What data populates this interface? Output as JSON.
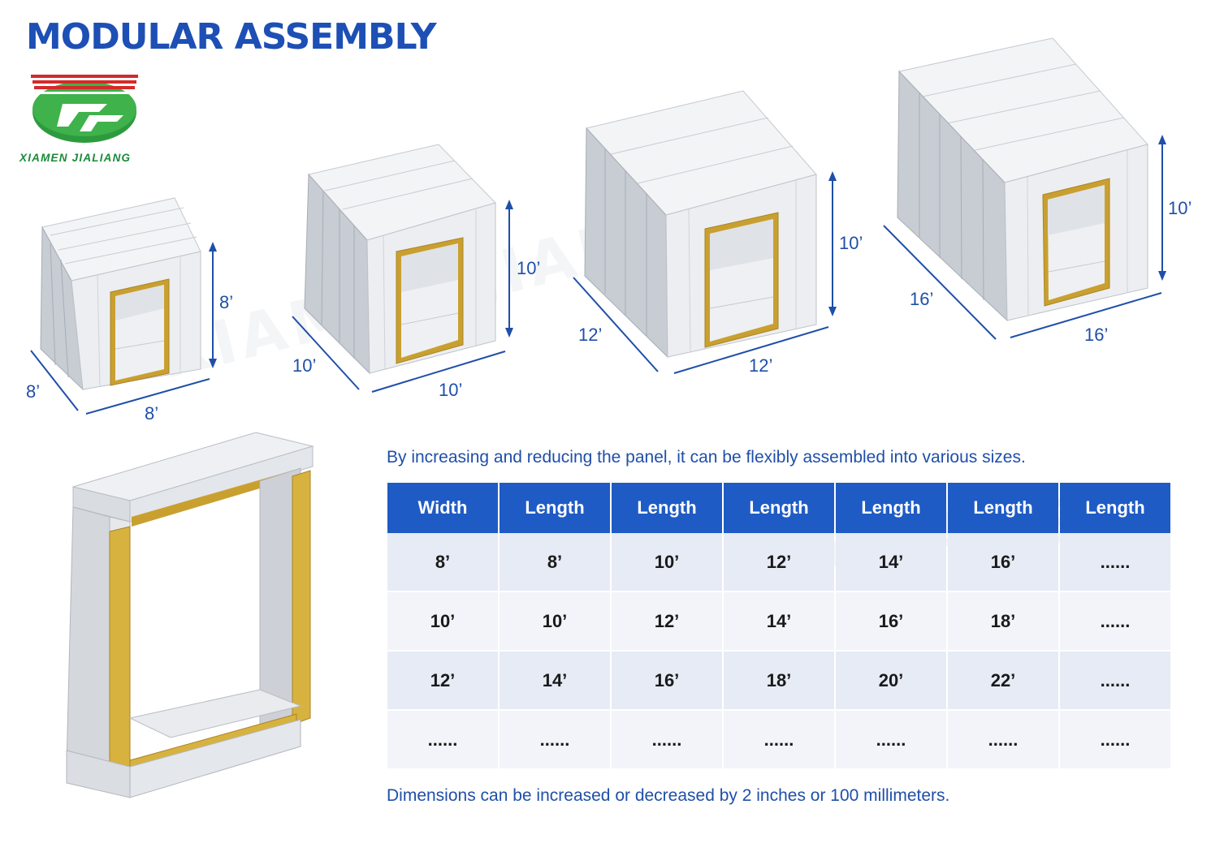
{
  "header": {
    "title": "MODULAR ASSEMBLY",
    "brand": "XIAMEN JIALIANG"
  },
  "rooms": [
    {
      "depth": "8’",
      "width": "8’",
      "height": "8’"
    },
    {
      "depth": "10’",
      "width": "10’",
      "height": "10’"
    },
    {
      "depth": "12’",
      "width": "12’",
      "height": "10’"
    },
    {
      "depth": "16’",
      "width": "16’",
      "height": "10’"
    }
  ],
  "intro_text": "By increasing and reducing the panel, it can be flexibly assembled into various sizes.",
  "table": {
    "headers": [
      "Width",
      "Length",
      "Length",
      "Length",
      "Length",
      "Length",
      "Length"
    ],
    "rows": [
      [
        "8’",
        "8’",
        "10’",
        "12’",
        "14’",
        "16’",
        "......"
      ],
      [
        "10’",
        "10’",
        "12’",
        "14’",
        "16’",
        "18’",
        "......"
      ],
      [
        "12’",
        "14’",
        "16’",
        "18’",
        "20’",
        "22’",
        "......"
      ],
      [
        "......",
        "......",
        "......",
        "......",
        "......",
        "......",
        "......"
      ]
    ]
  },
  "note_text": "Dimensions can be increased or decreased by 2 inches or 100 millimeters.",
  "colors": {
    "accent": "#1d4fb5",
    "table_header": "#1f5bc4",
    "panel_core": "#d8b23f",
    "logo_green": "#1b8a3a",
    "logo_red": "#d42a2a"
  }
}
